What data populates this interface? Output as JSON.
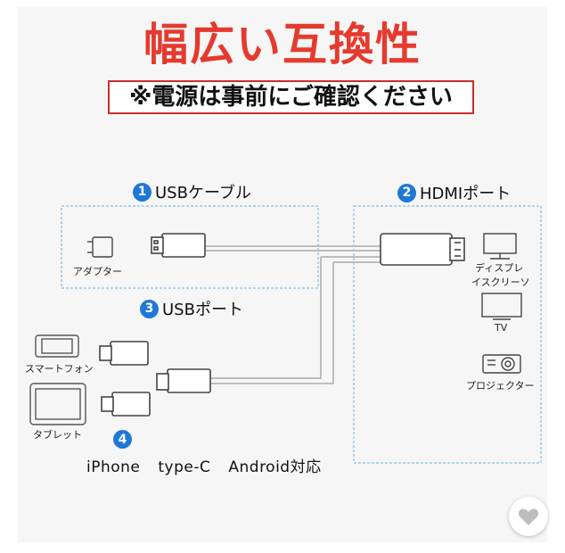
{
  "headline": "幅広い互換性",
  "notice": "※電源は事前にご確認ください",
  "sections": {
    "usb_cable": {
      "num": "1",
      "label": "USBケーブル"
    },
    "hdmi_port": {
      "num": "2",
      "label": "HDMIポート"
    },
    "usb_port": {
      "num": "3",
      "label": "USBポート"
    },
    "devices_num": "4"
  },
  "devices": {
    "adapter": "アダプター",
    "display_line1": "ディスプレ",
    "display_line2": "イスクリーソ",
    "tv": "TV",
    "projector": "プロジェクター",
    "smartphone": "スマートフォン",
    "tablet": "タブレット"
  },
  "compat": {
    "item1": "iPhone",
    "item2": "type-C",
    "item3": "Android対応"
  },
  "colors": {
    "headline": "#e53a2e",
    "badge": "#1e78d6",
    "box_border": "#7fbfe8",
    "cable": "#bdbdbd"
  }
}
